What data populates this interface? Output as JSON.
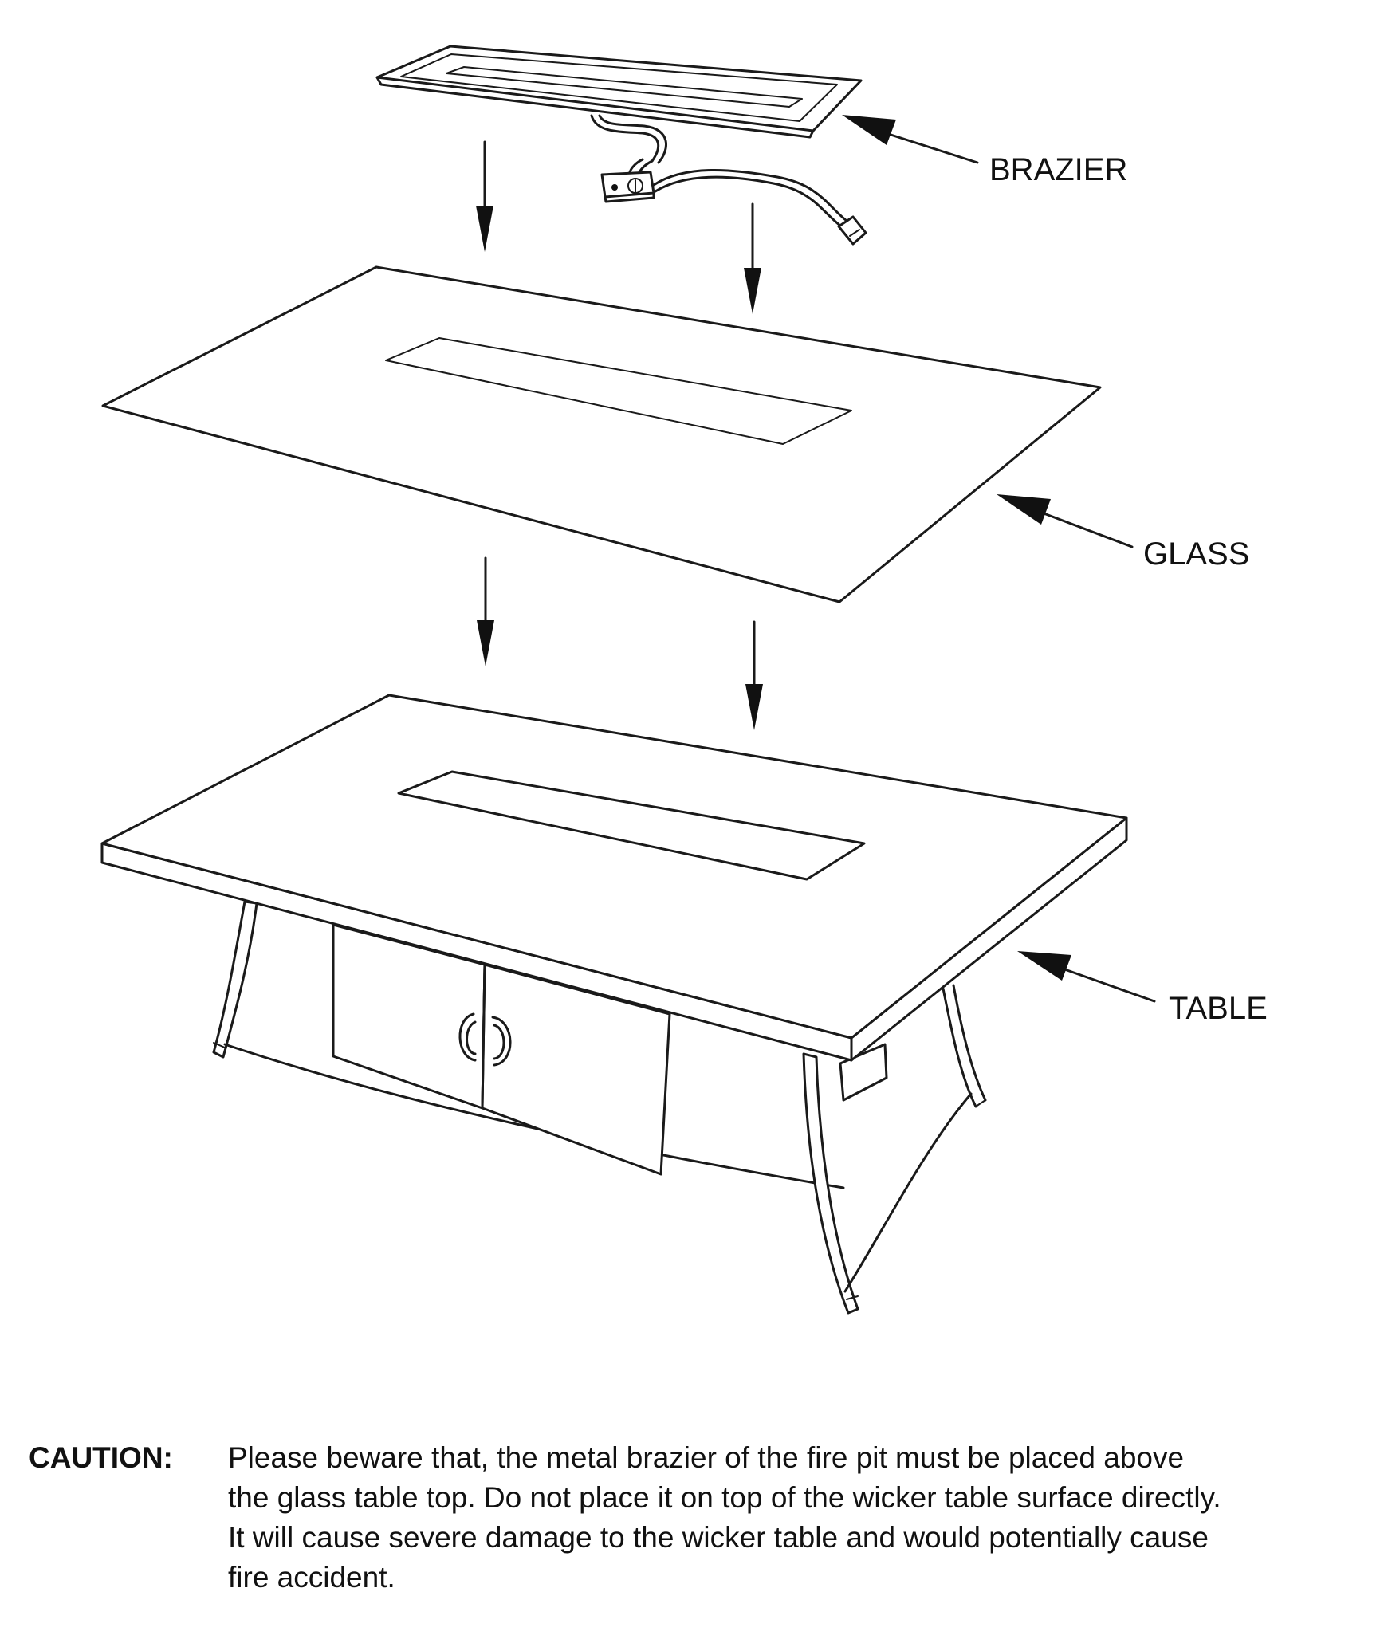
{
  "labels": {
    "brazier": "BRAZIER",
    "glass": "GLASS",
    "table": "TABLE"
  },
  "caution": {
    "label": "CAUTION:",
    "lines": [
      "Please beware that, the metal brazier of the fire pit must be placed above",
      "the glass table top. Do not place it on top of the wicker table surface directly.",
      "It will cause severe damage to the wicker table and would potentially cause",
      "fire accident."
    ]
  },
  "colors": {
    "line": "#1a1a1a",
    "background": "#ffffff"
  }
}
